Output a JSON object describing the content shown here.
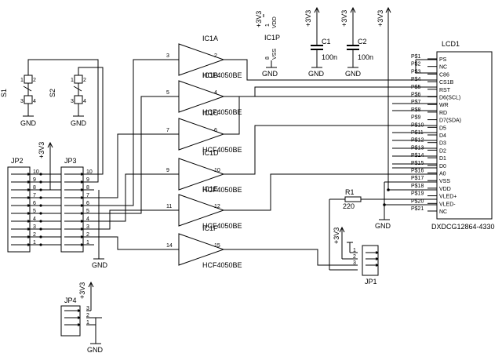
{
  "labels": {
    "plus_3v3": "+3V3",
    "gnd": "GND",
    "vdd": "VDD",
    "vss": "VSS",
    "pin1": "1",
    "pin8": "8",
    "ic1p": "IC1P",
    "c1": "C1",
    "c2": "C2",
    "c_val": "100n",
    "lcd_name": "LCD1",
    "lcd_part": "DXDCG12864-4330",
    "r1": "R1",
    "r1_val": "220",
    "jp1": "JP1",
    "jp2": "JP2",
    "jp3": "JP3",
    "jp4": "JP4",
    "s1": "S1",
    "s2": "S2",
    "buffer_part": "HCF4050BE"
  },
  "lcd_pins": [
    {
      "num": "P$1",
      "name": "PS"
    },
    {
      "num": "P$2",
      "name": "NC"
    },
    {
      "num": "P$3",
      "name": "C86"
    },
    {
      "num": "P$4",
      "name": "CS1B"
    },
    {
      "num": "P$5",
      "name": "RST"
    },
    {
      "num": "P$6",
      "name": "D6(SCL)"
    },
    {
      "num": "P$7",
      "name": "WR"
    },
    {
      "num": "P$8",
      "name": "RD"
    },
    {
      "num": "P$9",
      "name": "D7(SDA)"
    },
    {
      "num": "P$10",
      "name": "D5"
    },
    {
      "num": "P$11",
      "name": "D4"
    },
    {
      "num": "P$12",
      "name": "D3"
    },
    {
      "num": "P$13",
      "name": "D2"
    },
    {
      "num": "P$14",
      "name": "D1"
    },
    {
      "num": "P$15",
      "name": "D0"
    },
    {
      "num": "P$16",
      "name": "A0"
    },
    {
      "num": "P$17",
      "name": "VSS"
    },
    {
      "num": "P$18",
      "name": "VDD"
    },
    {
      "num": "P$19",
      "name": "VLED+"
    },
    {
      "num": "P$20",
      "name": "VLED-"
    },
    {
      "num": "P$21",
      "name": "NC"
    }
  ],
  "buffers": [
    {
      "name": "IC1A",
      "in": "3",
      "out": "2"
    },
    {
      "name": "IC1B",
      "in": "5",
      "out": "4"
    },
    {
      "name": "IC1C",
      "in": "7",
      "out": "6"
    },
    {
      "name": "IC1D",
      "in": "9",
      "out": "10"
    },
    {
      "name": "IC1E",
      "in": "11",
      "out": "12"
    },
    {
      "name": "IC1F",
      "in": "14",
      "out": "15"
    }
  ],
  "header_pins": [
    "10",
    "9",
    "8",
    "7",
    "6",
    "5",
    "4",
    "3",
    "2",
    "1"
  ],
  "switch_pins": [
    "1",
    "2",
    "3",
    "4"
  ],
  "jp1_pins": [
    "1",
    "2",
    "3"
  ],
  "jp4_pins": [
    "3",
    "2",
    "1"
  ]
}
